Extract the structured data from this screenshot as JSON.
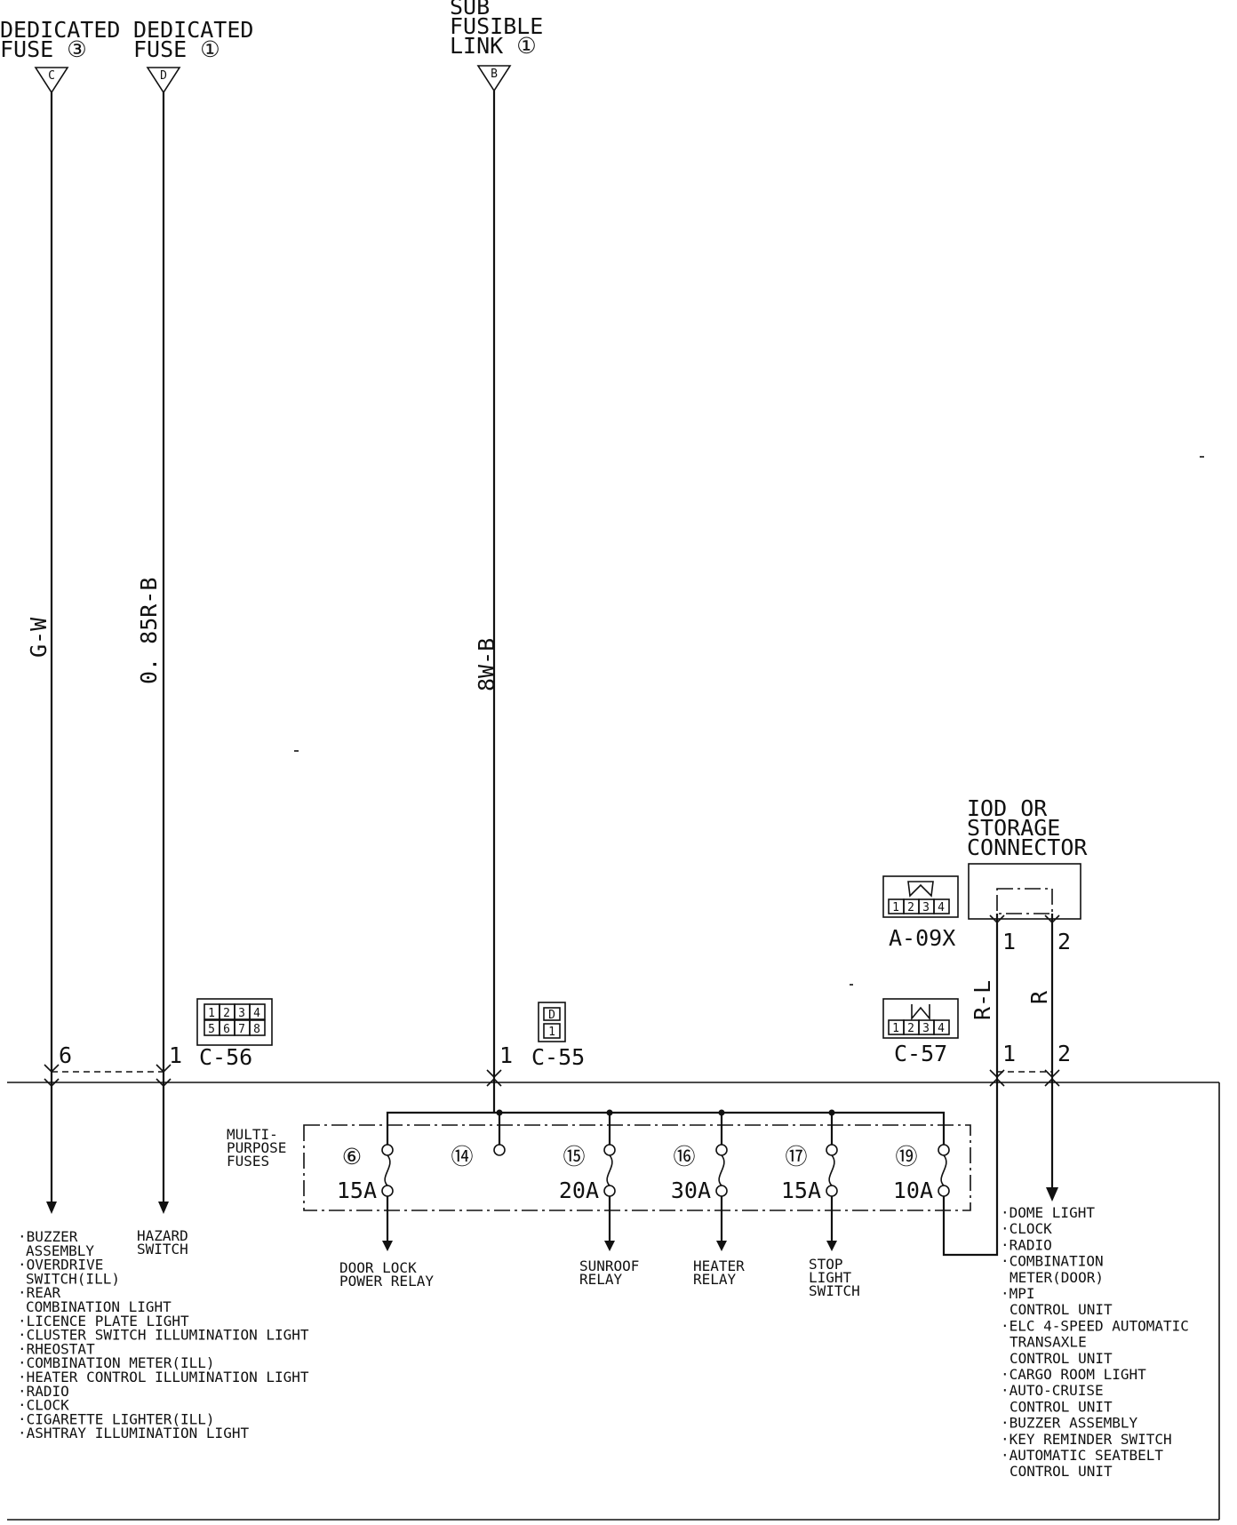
{
  "sources": {
    "c": {
      "title": [
        "DEDICATED",
        "FUSE ③"
      ],
      "letter": "C",
      "wire": "G-W"
    },
    "d": {
      "title": [
        "DEDICATED",
        "FUSE ①"
      ],
      "letter": "D",
      "wire": "0. 85R-B"
    },
    "b": {
      "title": [
        "SUB",
        "FUSIBLE",
        "LINK ①"
      ],
      "letter": "B",
      "wire": "8W-B"
    }
  },
  "connectors": {
    "c56": {
      "name": "C-56",
      "pins": [
        "1",
        "2",
        "3",
        "4",
        "5",
        "6",
        "7",
        "8"
      ],
      "pin_left": "6",
      "pin_right": "1"
    },
    "c55": {
      "name": "C-55",
      "pins": [
        "D",
        "1"
      ],
      "pin": "1"
    },
    "c57": {
      "name": "C-57",
      "pins": [
        "1",
        "2",
        "3",
        "4"
      ],
      "pin_left": "1",
      "pin_right": "2"
    },
    "a09x": {
      "name": "A-09X",
      "pins": [
        "1",
        "2",
        "3",
        "4"
      ]
    }
  },
  "iod": {
    "title": [
      "IOD OR",
      "STORAGE",
      "CONNECTOR"
    ],
    "pin1": "1",
    "pin2": "2",
    "wire1": "R-L",
    "wire2": "R"
  },
  "fuse_block": {
    "label": [
      "MULTI-",
      "PURPOSE",
      "FUSES"
    ],
    "fuses": [
      {
        "num": "⑥",
        "amp": "15A"
      },
      {
        "num": "⑭",
        "amp": ""
      },
      {
        "num": "⑮",
        "amp": "20A"
      },
      {
        "num": "⑯",
        "amp": "30A"
      },
      {
        "num": "⑰",
        "amp": "15A"
      },
      {
        "num": "⑲",
        "amp": "10A"
      }
    ]
  },
  "outputs": {
    "door_lock": [
      "DOOR LOCK",
      "POWER RELAY"
    ],
    "sunroof": [
      "SUNROOF",
      "RELAY"
    ],
    "heater": [
      "HEATER",
      "RELAY"
    ],
    "stop_light": [
      "STOP",
      "LIGHT",
      "SWITCH"
    ],
    "hazard": [
      "HAZARD",
      "SWITCH"
    ]
  },
  "left_list": [
    "·BUZZER",
    "ASSEMBLY",
    "·OVERDRIVE",
    "SWITCH(ILL)",
    "·REAR",
    "COMBINATION LIGHT",
    "·LICENCE PLATE LIGHT",
    "·CLUSTER SWITCH ILLUMINATION LIGHT",
    "·RHEOSTAT",
    "·COMBINATION METER(ILL)",
    "·HEATER CONTROL ILLUMINATION LIGHT",
    "·RADIO",
    "·CLOCK",
    "·CIGARETTE LIGHTER(ILL)",
    "·ASHTRAY ILLUMINATION LIGHT"
  ],
  "right_list": [
    "·DOME LIGHT",
    "·CLOCK",
    "·RADIO",
    "·COMBINATION",
    "METER(DOOR)",
    "·MPI",
    "CONTROL UNIT",
    "·ELC 4-SPEED AUTOMATIC",
    "TRANSAXLE",
    "CONTROL UNIT",
    "·CARGO ROOM LIGHT",
    "·AUTO-CRUISE",
    "CONTROL UNIT",
    "·BUZZER ASSEMBLY",
    "·KEY REMINDER SWITCH",
    "·AUTOMATIC SEATBELT",
    "CONTROL UNIT"
  ]
}
